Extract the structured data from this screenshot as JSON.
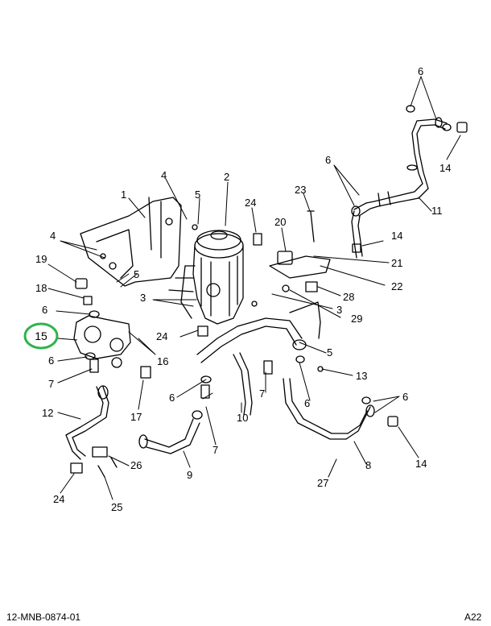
{
  "callouts": [
    {
      "id": "c6a",
      "label": "6"
    },
    {
      "id": "c14a",
      "label": "14"
    },
    {
      "id": "c6b",
      "label": "6"
    },
    {
      "id": "c11",
      "label": "11"
    },
    {
      "id": "c4a",
      "label": "4"
    },
    {
      "id": "c2",
      "label": "2"
    },
    {
      "id": "c1",
      "label": "1"
    },
    {
      "id": "c5a",
      "label": "5"
    },
    {
      "id": "c24a",
      "label": "24"
    },
    {
      "id": "c23",
      "label": "23"
    },
    {
      "id": "c20",
      "label": "20"
    },
    {
      "id": "c14b",
      "label": "14"
    },
    {
      "id": "c21",
      "label": "21"
    },
    {
      "id": "c22",
      "label": "22"
    },
    {
      "id": "c4b",
      "label": "4"
    },
    {
      "id": "c19",
      "label": "19"
    },
    {
      "id": "c5b",
      "label": "5"
    },
    {
      "id": "c28",
      "label": "28"
    },
    {
      "id": "c29",
      "label": "29"
    },
    {
      "id": "c18",
      "label": "18"
    },
    {
      "id": "c3a",
      "label": "3"
    },
    {
      "id": "c3b",
      "label": "3"
    },
    {
      "id": "c6c",
      "label": "6"
    },
    {
      "id": "c24b",
      "label": "24"
    },
    {
      "id": "c5c",
      "label": "5"
    },
    {
      "id": "c15",
      "label": "15"
    },
    {
      "id": "c16",
      "label": "16"
    },
    {
      "id": "c6d",
      "label": "6"
    },
    {
      "id": "c13",
      "label": "13"
    },
    {
      "id": "c7a",
      "label": "7"
    },
    {
      "id": "c6e",
      "label": "6"
    },
    {
      "id": "c7b",
      "label": "7"
    },
    {
      "id": "c6f",
      "label": "6"
    },
    {
      "id": "c6g",
      "label": "6"
    },
    {
      "id": "c17",
      "label": "17"
    },
    {
      "id": "c10",
      "label": "10"
    },
    {
      "id": "c12",
      "label": "12"
    },
    {
      "id": "c7c",
      "label": "7"
    },
    {
      "id": "c14c",
      "label": "14"
    },
    {
      "id": "c26",
      "label": "26"
    },
    {
      "id": "c9",
      "label": "9"
    },
    {
      "id": "c8",
      "label": "8"
    },
    {
      "id": "c24c",
      "label": "24"
    },
    {
      "id": "c27",
      "label": "27"
    },
    {
      "id": "c25",
      "label": "25"
    }
  ],
  "highlight": {
    "label": "15",
    "color": "#2db34a"
  },
  "footer": {
    "doc_number": "12-MNB-0874-01",
    "page_ref": "A22"
  }
}
